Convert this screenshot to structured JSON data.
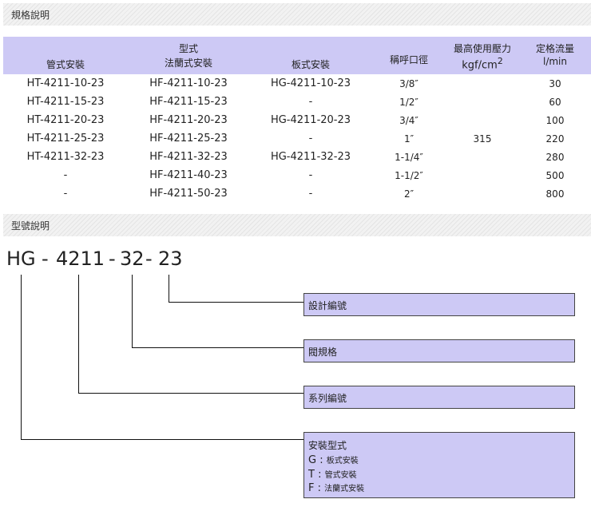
{
  "sections": {
    "spec_title": "規格說明",
    "model_title": "型號說明"
  },
  "table": {
    "group_header": "型式",
    "columns": {
      "pipe": "管式安裝",
      "flange": "法蘭式安裝",
      "plate": "板式安裝",
      "nominal": "稱呼口徑",
      "pressure_line1": "最高使用壓力",
      "pressure_unit": "kgf/cm",
      "pressure_sup": "2",
      "flow_line1": "定格流量",
      "flow_unit": "l/min"
    },
    "rows": [
      {
        "pipe": "HT-4211-10-23",
        "flange": "HF-4211-10-23",
        "plate": "HG-4211-10-23",
        "nominal": "3/8″",
        "pressure": "",
        "flow": "30"
      },
      {
        "pipe": "HT-4211-15-23",
        "flange": "HF-4211-15-23",
        "plate": "-",
        "nominal": "1/2″",
        "pressure": "",
        "flow": "60"
      },
      {
        "pipe": "HT-4211-20-23",
        "flange": "HF-4211-20-23",
        "plate": "HG-4211-20-23",
        "nominal": "3/4″",
        "pressure": "",
        "flow": "100"
      },
      {
        "pipe": "HT-4211-25-23",
        "flange": "HF-4211-25-23",
        "plate": "-",
        "nominal": "1″",
        "pressure": "315",
        "flow": "220"
      },
      {
        "pipe": "HT-4211-32-23",
        "flange": "HF-4211-32-23",
        "plate": "HG-4211-32-23",
        "nominal": "1-1/4″",
        "pressure": "",
        "flow": "280"
      },
      {
        "pipe": "-",
        "flange": "HF-4211-40-23",
        "plate": "-",
        "nominal": "1-1/2″",
        "pressure": "",
        "flow": "500"
      },
      {
        "pipe": "-",
        "flange": "HF-4211-50-23",
        "plate": "-",
        "nominal": "2″",
        "pressure": "",
        "flow": "800"
      }
    ]
  },
  "model_code": {
    "p1": "HG",
    "sep1": "-",
    "p2": "4211",
    "sep2": "-",
    "p3": "32",
    "sep3": "-",
    "p4": "23"
  },
  "legend": {
    "design_no": "設計編號",
    "valve_size": "閥規格",
    "series_no": "系列編號",
    "mount_type": "安裝型式",
    "options": [
      {
        "key": "G",
        "sep": " : ",
        "desc": "板式安裝"
      },
      {
        "key": "T",
        "sep": " : ",
        "desc": "管式安裝"
      },
      {
        "key": "F",
        "sep": " : ",
        "desc": "法蘭式安裝"
      }
    ]
  }
}
